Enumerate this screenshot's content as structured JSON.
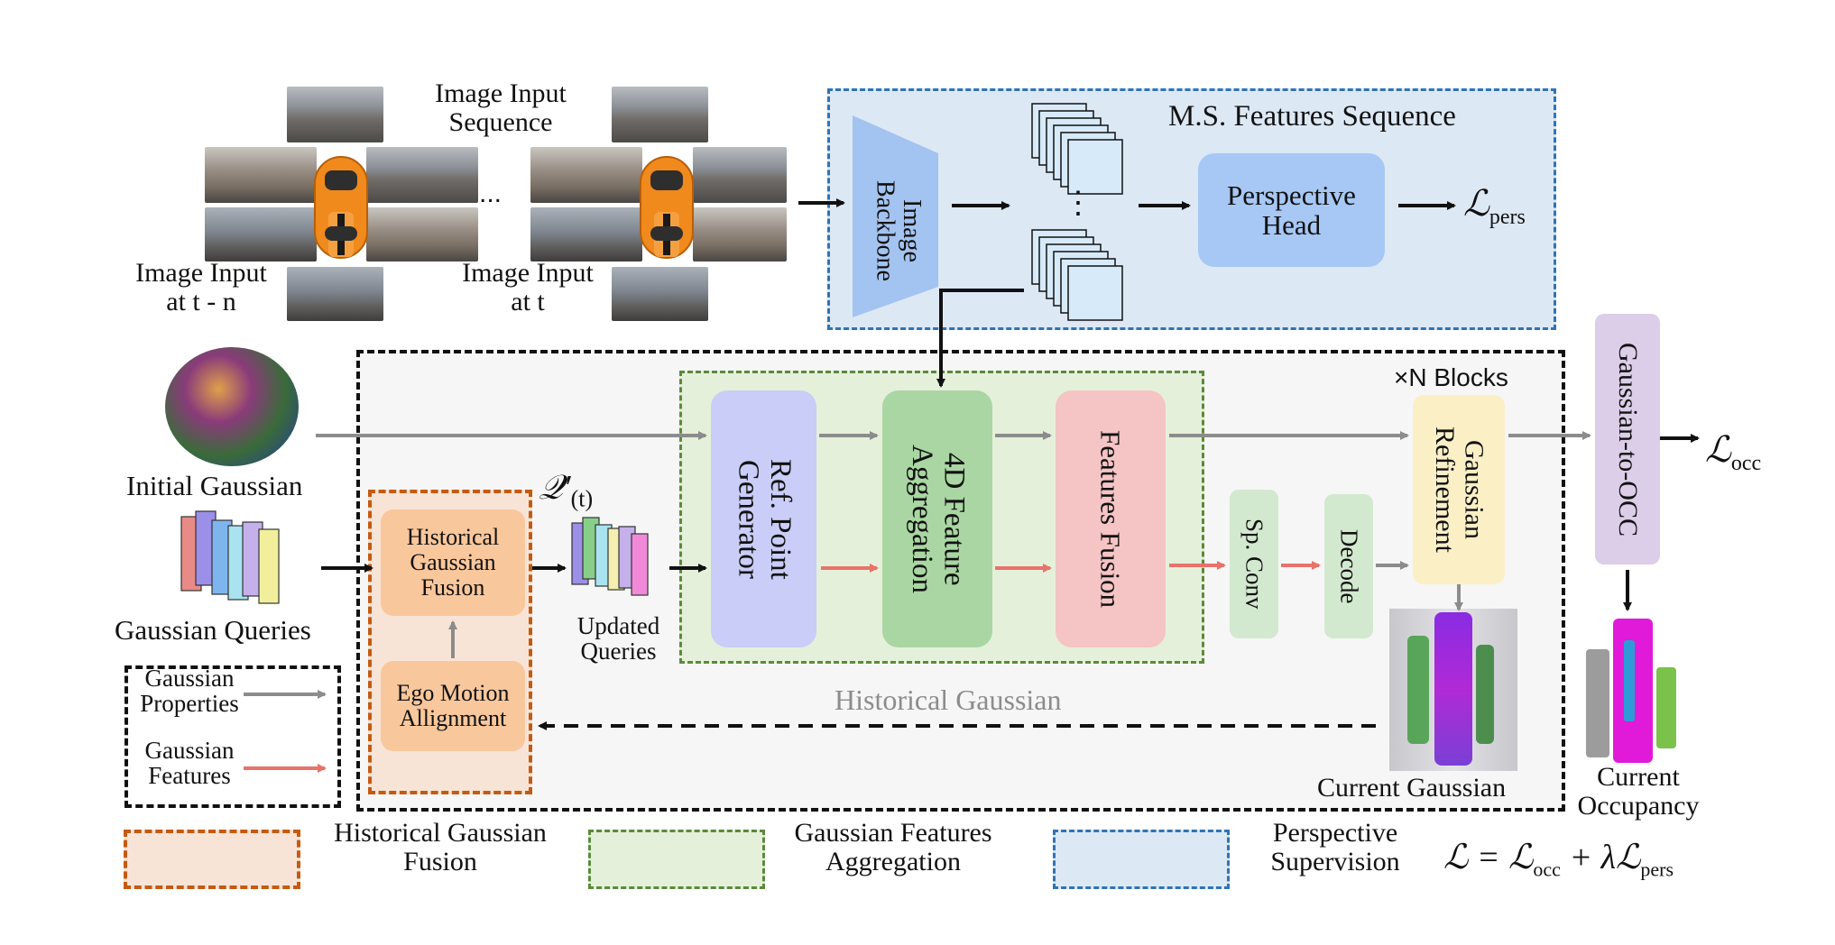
{
  "input": {
    "sequence_label": "Image Input\nSequence",
    "label_tn": "Image Input\nat t - n",
    "label_t": "Image Input\nat t",
    "ellipsis": "..."
  },
  "ms_features": {
    "title": "M.S. Features Sequence",
    "backbone": "Image\nBackbone",
    "vdots": "⋮",
    "perspective_head": "Perspective\nHead",
    "loss_pers": "ℒ",
    "loss_pers_sub": "pers"
  },
  "left": {
    "initial_gaussian": "Initial Gaussian",
    "gaussian_queries": "Gaussian Queries",
    "query_label": "𝒬′",
    "query_sub": "(t)",
    "updated_queries": "Updated\nQueries"
  },
  "hgf": {
    "historical_fusion": "Historical\nGaussian\nFusion",
    "ego_motion": "Ego Motion\nAllignment"
  },
  "legend_box": {
    "properties": "Gaussian\nProperties",
    "features": "Gaussian\nFeatures"
  },
  "main": {
    "blocks_label": "×N Blocks",
    "ref_point": "Ref. Point\nGenerator",
    "feature_agg": "4D Feature\nAggregation",
    "features_fusion": "Features Fusion",
    "sp_conv": "Sp. Conv",
    "decode": "Decode",
    "gaussian_refinement": "Gaussian\nRefinement",
    "historical_gaussian": "Historical Gaussian",
    "current_gaussian": "Current Gaussian"
  },
  "right": {
    "gaussian_to_occ": "Gaussian-to-OCC",
    "loss_occ": "ℒ",
    "loss_occ_sub": "occ",
    "current_occupancy": "Current\nOccupancy"
  },
  "bottom_legend": {
    "hgf": "Historical Gaussian\nFusion",
    "gfa": "Gaussian Features\nAggregation",
    "ps": "Perspective\nSupervision",
    "equation": "ℒ = ℒ",
    "eq_sub1": "occ",
    "eq_mid": " + λℒ",
    "eq_sub2": "pers"
  },
  "colors": {
    "gray_arrow": "#8c8c8c",
    "red_arrow": "#e8736b",
    "black": "#111111",
    "blue_dash": "#2e74b5",
    "green_dash": "#5b8a3a",
    "orange_dash": "#c55a11",
    "ms_bg": "#dde8f5",
    "main_bg": "#f6f6f6",
    "green_bg": "#e5f0da",
    "orange_bg": "#f7e4d6",
    "ref_box": "#c9cdf7",
    "agg_box": "#a9d6a2",
    "fusion_box": "#f5c4c4",
    "small_green": "#d3e9cf",
    "refine_box": "#fbefc6",
    "occ_box": "#dccde8",
    "pers_head": "#a7c8f5",
    "hgf_box": "#f9c79c"
  }
}
